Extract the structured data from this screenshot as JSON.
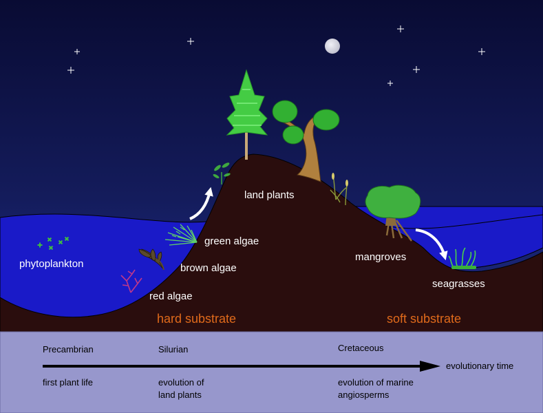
{
  "labels": {
    "phytoplankton": "phytoplankton",
    "red_algae": "red algae",
    "brown_algae": "brown algae",
    "green_algae": "green algae",
    "land_plants": "land plants",
    "mangroves": "mangroves",
    "seagrasses": "seagrasses",
    "hard_substrate": "hard substrate",
    "soft_substrate": "soft substrate"
  },
  "timeline": {
    "eras": [
      "Precambrian",
      "Silurian",
      "Cretaceous"
    ],
    "axis_label": "evolutionary time",
    "events": [
      [
        "first plant life"
      ],
      [
        "evolution of",
        "land plants"
      ],
      [
        "evolution of marine",
        "angiosperms"
      ]
    ]
  },
  "colors": {
    "sky_top": "#0b0f3a",
    "sky_bottom": "#1c2a80",
    "water": "#1a1ac8",
    "ground": "#2a0d0d",
    "timeline_bg": "#9797cc",
    "orange_text": "#e06a1b",
    "moon": "#d6d6e0",
    "foliage": "#3fc83f",
    "trunk": "#b08040"
  }
}
